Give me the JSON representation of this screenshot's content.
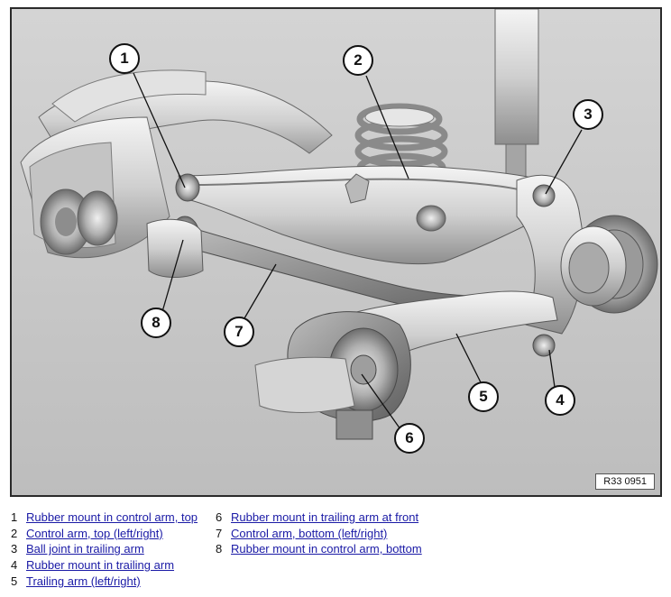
{
  "figure": {
    "reference_code": "R33 0951",
    "callouts": [
      "1",
      "2",
      "3",
      "4",
      "5",
      "6",
      "7",
      "8"
    ]
  },
  "legend": [
    {
      "number": "1",
      "text": "Rubber mount in control arm, top"
    },
    {
      "number": "2",
      "text": "Control arm, top (left/right)"
    },
    {
      "number": "3",
      "text": "Ball joint in trailing arm"
    },
    {
      "number": "4",
      "text": "Rubber mount in trailing arm"
    },
    {
      "number": "5",
      "text": "Trailing arm (left/right)"
    },
    {
      "number": "6",
      "text": "Rubber mount in trailing arm at front"
    },
    {
      "number": "7",
      "text": "Control arm, bottom (left/right)"
    },
    {
      "number": "8",
      "text": "Rubber mount in control arm, bottom"
    }
  ]
}
